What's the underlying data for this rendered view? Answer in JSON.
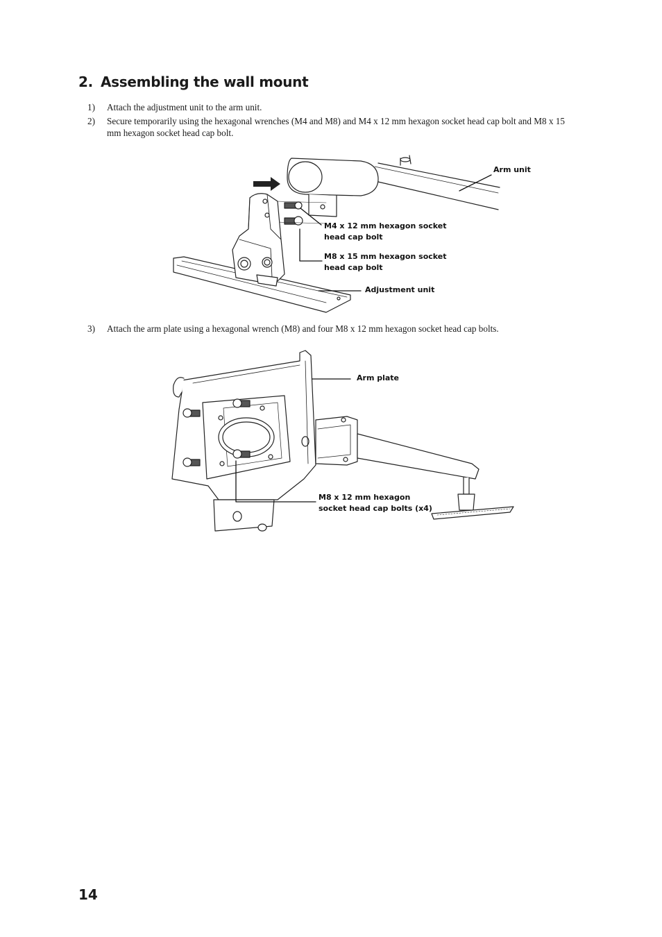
{
  "section": {
    "number": "2.",
    "title": "Assembling the wall mount"
  },
  "steps": [
    {
      "number": "1)",
      "text": "Attach the adjustment unit to the arm unit."
    },
    {
      "number": "2)",
      "text": "Secure temporarily using the hexagonal wrenches (M4 and M8) and M4 x 12 mm hexagon socket head cap bolt and M8 x 15 mm hexagon socket head cap bolt."
    },
    {
      "number": "3)",
      "text": "Attach the arm plate using a hexagonal wrench (M8) and four M8 x 12 mm hexagon socket head cap bolts."
    }
  ],
  "figure1": {
    "labels": {
      "arm_unit": "Arm unit",
      "m4_bolt_line1": "M4 x 12 mm hexagon socket",
      "m4_bolt_line2": "head cap bolt",
      "m8_bolt_line1": "M8 x 15 mm hexagon socket",
      "m8_bolt_line2": "head cap bolt",
      "adjustment_unit": "Adjustment unit"
    }
  },
  "figure2": {
    "labels": {
      "arm_plate": "Arm plate",
      "m8_bolts_line1": "M8 x 12 mm hexagon",
      "m8_bolts_line2": "socket head cap bolts (x4)"
    }
  },
  "page_number": "14"
}
